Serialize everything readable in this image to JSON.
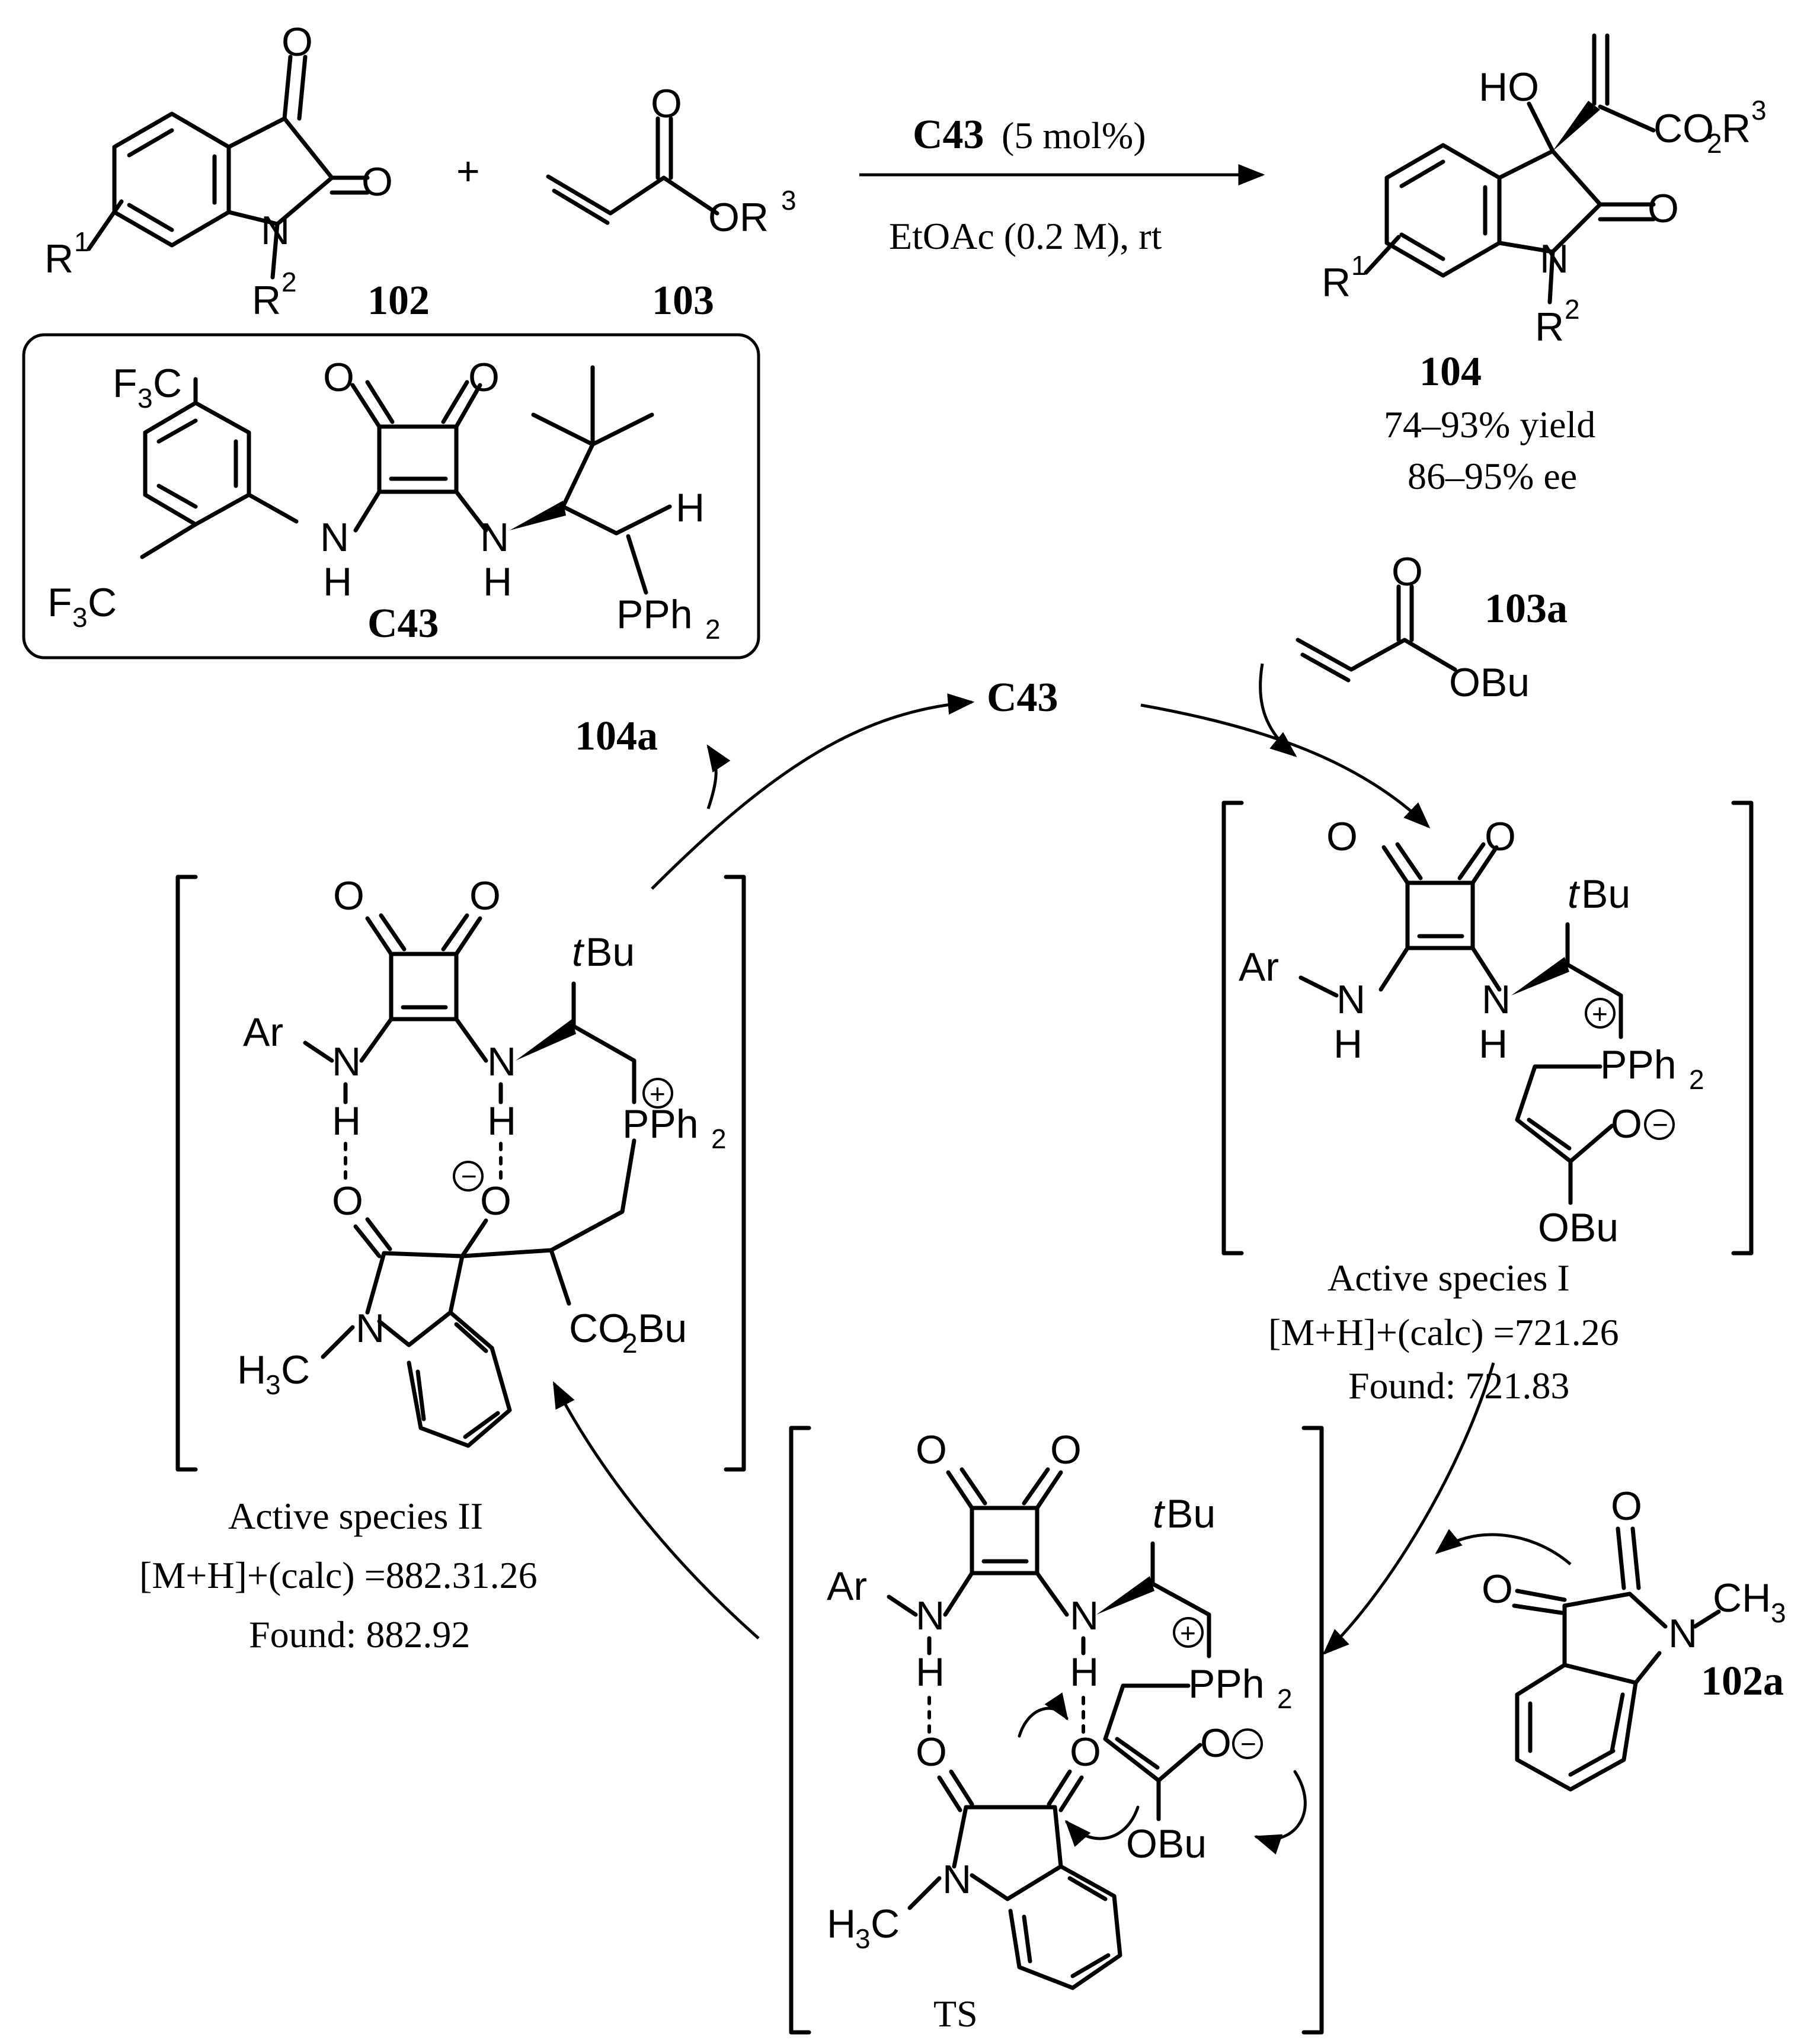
{
  "compounds": {
    "isatin": "102",
    "acrylate": "103",
    "product": "104",
    "catalyst": "C43",
    "acrylate_mech": "103a",
    "isatin_mech": "102a",
    "product_mech": "104a"
  },
  "conditions": {
    "catalyst_name": "C43",
    "catalyst_loading": "(5 mol%)",
    "solvent": "EtOAc (0.2 M), rt"
  },
  "results": {
    "yield": "74–93% yield",
    "ee": "86–95% ee"
  },
  "cycle": {
    "species_I": {
      "name": "Active species I",
      "ms_calc": "[M+H]+(calc) =721.26",
      "ms_found": "Found: 721.83"
    },
    "species_II": {
      "name": "Active species II",
      "ms_calc": "[M+H]+(calc) =882.31.26",
      "ms_found": "Found: 882.92"
    },
    "ts_label": "TS"
  },
  "atoms": {
    "O": "O",
    "N": "N",
    "H": "H",
    "P": "P",
    "R1": "R",
    "R1_sup": "1",
    "R2": "R",
    "R2_sup": "2",
    "OR3": "OR",
    "R3_sup": "3",
    "HO": "HO",
    "CO2R3_a": "CO",
    "CO2R3_2": "2",
    "CO2R3_b": "R",
    "CO2R3_3": "3",
    "F3C_a": "F",
    "F3C_3": "3",
    "F3C_b": "C",
    "PPh2_a": "PPh",
    "PPh2_2": "2",
    "tBu_t": "t",
    "tBu_Bu": "Bu",
    "Ar": "Ar",
    "OBu": "OBu",
    "CO2Bu_a": "CO",
    "CO2Bu_2": "2",
    "CO2Bu_b": "Bu",
    "H3C_a": "H",
    "H3C_3": "3",
    "H3C_b": "C",
    "CH3_a": "CH",
    "CH3_3": "3",
    "plus": "+",
    "minus": "−",
    "pos": "+"
  }
}
